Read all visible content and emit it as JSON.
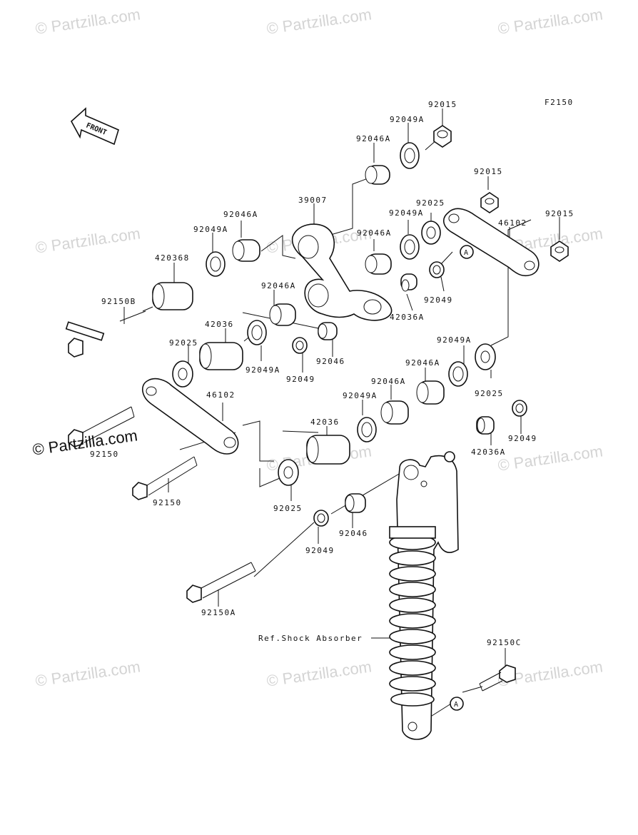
{
  "figure_code": "F2150",
  "front_label": "FRONT",
  "watermark_text": "© Partzilla.com",
  "credit_text": "© Partzilla.com",
  "ref_callout": "A",
  "ref_text": "Ref.Shock Absorber",
  "part_labels": {
    "p92015_a": "92015",
    "p92049A_a": "92049A",
    "p92046A_a": "92046A",
    "p92015_b": "92015",
    "p92015_c": "92015",
    "p39007": "39007",
    "p92025_a": "92025",
    "p92049A_b": "92049A",
    "p46102_a": "46102",
    "p92046A_b": "92046A",
    "p92049A_c": "92049A",
    "p92046A_c": "92046A",
    "p420368": "420368",
    "p92150B": "92150B",
    "p92046A_d": "92046A",
    "p42036A_a": "42036A",
    "p92049_a": "92049",
    "p42036_a": "42036",
    "p92025_b": "92025",
    "p92049A_d": "92049A",
    "p92049_b": "92049",
    "p92046_a": "92046",
    "p92049A_e": "92049A",
    "p92046A_e": "92046A",
    "p92046A_f": "92046A",
    "p92025_c": "92025",
    "p46102_b": "46102",
    "p92049A_f": "92049A",
    "p92150_a": "92150",
    "p42036_b": "42036",
    "p42036A_b": "42036A",
    "p92049_c": "92049",
    "p92150_b": "92150",
    "p92025_d": "92025",
    "p92046_b": "92046",
    "p92049_d": "92049",
    "p92150A": "92150A",
    "p92150C": "92150C"
  }
}
